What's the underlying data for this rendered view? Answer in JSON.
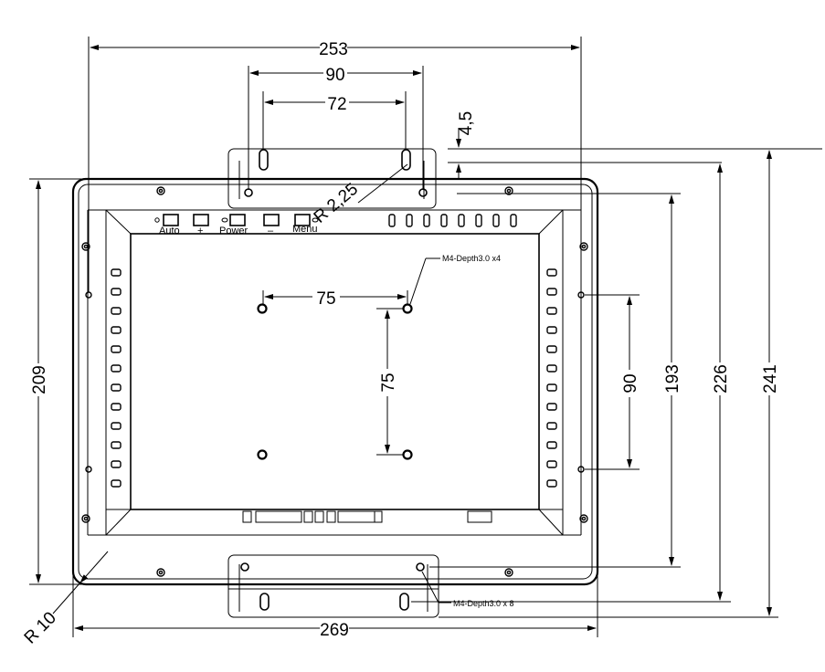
{
  "dimensions": {
    "overall_width": "253",
    "top_bracket_outer": "90",
    "top_bracket_inner": "72",
    "offset": "4,5",
    "slot_radius": "R 2,25",
    "vesa_horizontal": "75",
    "vesa_vertical": "75",
    "side_hole_spacing": "90",
    "frame_height": "193",
    "mid_height": "226",
    "total_height": "241",
    "left_height": "209",
    "bottom_width": "269",
    "corner_radius": "R 10"
  },
  "callouts": {
    "vesa_holes": "M4-Depth3.0 x4",
    "bracket_holes": "M4-Depth3.0 x 8"
  },
  "buttons": [
    {
      "label": "Auto"
    },
    {
      "label": "+"
    },
    {
      "label": "Power"
    },
    {
      "label": "–"
    },
    {
      "label": "Menu"
    }
  ]
}
